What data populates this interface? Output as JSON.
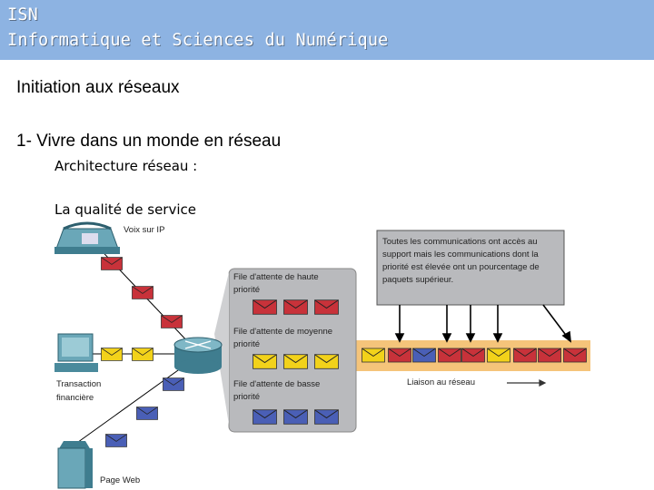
{
  "header": {
    "line1": "ISN",
    "line2": "Informatique et Sciences du Numérique"
  },
  "slide": {
    "title": "Initiation aux réseaux",
    "section": "1- Vivre dans un monde en réseau",
    "sub1": "Architecture réseau :",
    "sub2": "La qualité de service"
  },
  "diagram": {
    "voip_label": "Voix sur IP",
    "transaction_label_1": "Transaction",
    "transaction_label_2": "financière",
    "web_label": "Page Web",
    "queue_high_1": "File d'attente de haute",
    "queue_high_2": "priorité",
    "queue_mid_1": "File d'attente de moyenne",
    "queue_mid_2": "priorité",
    "queue_low_1": "File d'attente de basse",
    "queue_low_2": "priorité",
    "note_1": "Toutes les communications ont accès au",
    "note_2": "support mais les communications dont la",
    "note_3": "priorité est élevée ont un pourcentage de",
    "note_4": "paquets supérieur.",
    "link_label": "Liaison au réseau",
    "colors": {
      "high": "#c8323a",
      "mid": "#f2d21a",
      "low": "#4a5fb6",
      "band": "#f5c47a",
      "panel": "#b9babd"
    },
    "icons": [
      "phone-icon",
      "computer-icon",
      "server-icon",
      "router-icon",
      "envelope-icon",
      "arrow-right-icon"
    ]
  }
}
